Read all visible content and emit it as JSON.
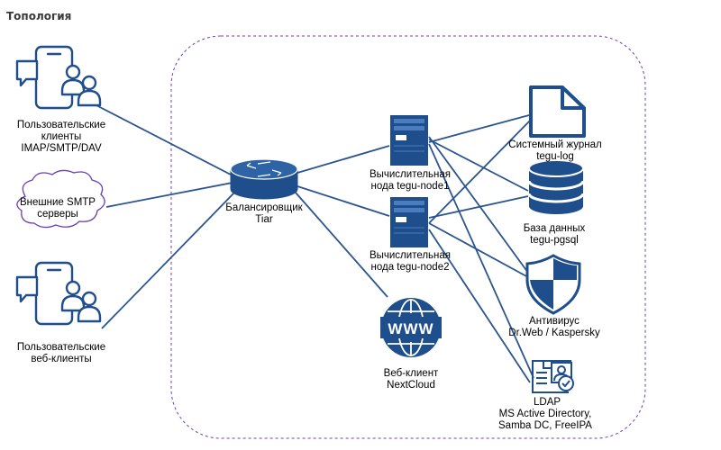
{
  "heading": "Топология",
  "nodes": {
    "mail_clients": [
      "Пользовательские",
      "клиенты",
      "IMAP/SMTP/DAV"
    ],
    "smtp": [
      "Внешние SMTP",
      "серверы"
    ],
    "web_clients": [
      "Пользовательские",
      "веб-клиенты"
    ],
    "balancer": [
      "Балансировщик",
      "Tiar"
    ],
    "node1": [
      "Вычислительная",
      "нода tegu-node1"
    ],
    "node2": [
      "Вычислительная",
      "нода tegu-node2"
    ],
    "nextcloud": [
      "Веб-клиент",
      "NextCloud"
    ],
    "log": [
      "Системный журнал",
      "tegu-log"
    ],
    "db": [
      "База данных",
      "tegu-pgsql"
    ],
    "antivirus": [
      "Антивирус",
      "Dr.Web / Kaspersky"
    ],
    "ldap": [
      "LDAP",
      "MS Active Directory,",
      "Samba DC, FreeIPA"
    ]
  },
  "icons": {
    "mail_clients": "phone-chat-user-icon",
    "smtp": "cloud-icon",
    "web_clients": "phone-chat-user-icon",
    "balancer": "router-icon",
    "node1": "server-tower-icon",
    "node2": "server-tower-icon",
    "nextcloud": "www-globe-icon",
    "log": "document-icon",
    "db": "database-icon",
    "antivirus": "shield-icon",
    "ldap": "id-card-icon"
  },
  "colors": {
    "icon": "#1f4e8c",
    "line": "#2b5590",
    "boundary": "#6b3fb5"
  }
}
